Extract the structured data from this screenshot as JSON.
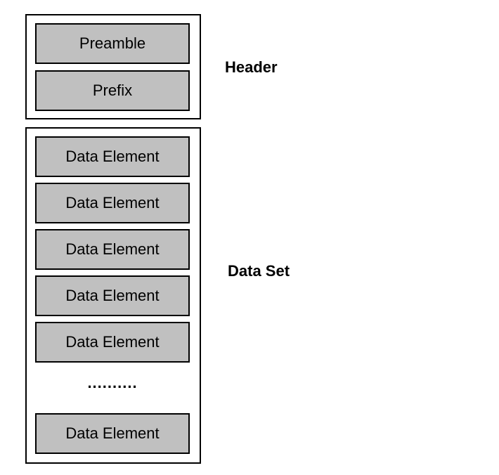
{
  "header": {
    "label": "Header",
    "items": [
      "Preamble",
      "Prefix"
    ]
  },
  "data_set": {
    "label": "Data Set",
    "items": [
      "Data Element",
      "Data Element",
      "Data Element",
      "Data Element",
      "Data Element"
    ],
    "ellipsis": "..........",
    "last_item": "Data Element"
  }
}
